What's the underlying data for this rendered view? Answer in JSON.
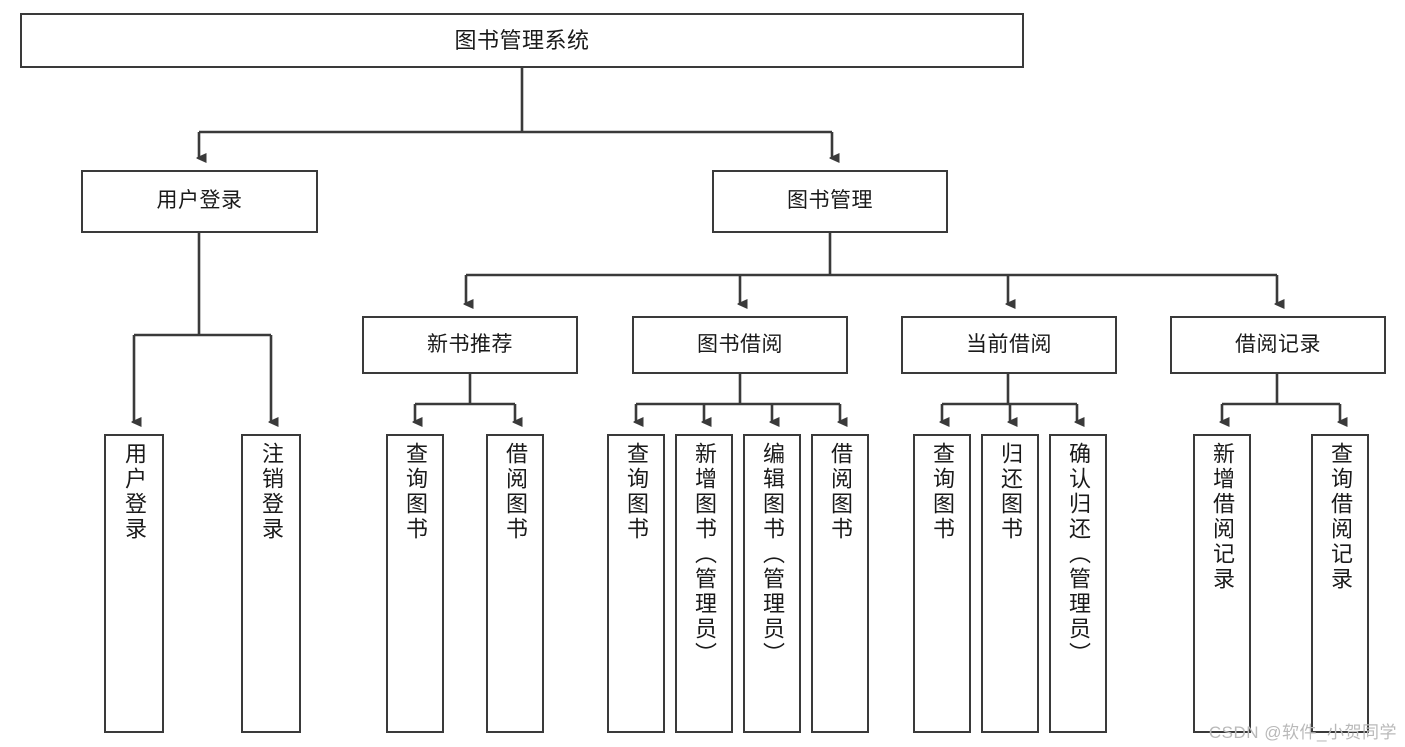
{
  "diagram": {
    "type": "tree-hierarchy-chart",
    "title": "图书管理系统",
    "stroke_color": "#3a3a3a",
    "text_color": "#1a1a1a",
    "background_color": "#ffffff",
    "levels": 4,
    "nodes": {
      "root": {
        "label": "图书管理系统",
        "level": 1
      },
      "user_login": {
        "label": "用户登录",
        "level": 2
      },
      "book_manage": {
        "label": "图书管理",
        "level": 2
      },
      "new_book_rec": {
        "label": "新书推荐",
        "level": 3
      },
      "book_borrow": {
        "label": "图书借阅",
        "level": 3
      },
      "current_borrow": {
        "label": "当前借阅",
        "level": 3
      },
      "borrow_record": {
        "label": "借阅记录",
        "level": 3
      },
      "leaf_user_login": {
        "label": "用户登录",
        "level": 3
      },
      "leaf_logout": {
        "label": "注销登录",
        "level": 3
      },
      "leaf_query_book_1": {
        "label": "查询图书",
        "level": 4
      },
      "leaf_borrow_book_1": {
        "label": "借阅图书",
        "level": 4
      },
      "leaf_query_book_2": {
        "label": "查询图书",
        "level": 4
      },
      "leaf_add_book_admin": {
        "label": "新增图书（管理员）",
        "level": 4
      },
      "leaf_edit_book_admin": {
        "label": "编辑图书（管理员）",
        "level": 4
      },
      "leaf_borrow_book_2": {
        "label": "借阅图书",
        "level": 4
      },
      "leaf_query_book_3": {
        "label": "查询图书",
        "level": 4
      },
      "leaf_return_book": {
        "label": "归还图书",
        "level": 4
      },
      "leaf_confirm_return_admin": {
        "label": "确认归还（管理员）",
        "level": 4
      },
      "leaf_add_borrow_record": {
        "label": "新增借阅记录",
        "level": 4
      },
      "leaf_query_borrow_record": {
        "label": "查询借阅记录",
        "level": 4
      }
    },
    "edges": [
      {
        "from": "root",
        "to": "user_login"
      },
      {
        "from": "root",
        "to": "book_manage"
      },
      {
        "from": "user_login",
        "to": "leaf_user_login"
      },
      {
        "from": "user_login",
        "to": "leaf_logout"
      },
      {
        "from": "book_manage",
        "to": "new_book_rec"
      },
      {
        "from": "book_manage",
        "to": "book_borrow"
      },
      {
        "from": "book_manage",
        "to": "current_borrow"
      },
      {
        "from": "book_manage",
        "to": "borrow_record"
      },
      {
        "from": "new_book_rec",
        "to": "leaf_query_book_1"
      },
      {
        "from": "new_book_rec",
        "to": "leaf_borrow_book_1"
      },
      {
        "from": "book_borrow",
        "to": "leaf_query_book_2"
      },
      {
        "from": "book_borrow",
        "to": "leaf_add_book_admin"
      },
      {
        "from": "book_borrow",
        "to": "leaf_edit_book_admin"
      },
      {
        "from": "book_borrow",
        "to": "leaf_borrow_book_2"
      },
      {
        "from": "current_borrow",
        "to": "leaf_query_book_3"
      },
      {
        "from": "current_borrow",
        "to": "leaf_return_book"
      },
      {
        "from": "current_borrow",
        "to": "leaf_confirm_return_admin"
      },
      {
        "from": "borrow_record",
        "to": "leaf_add_borrow_record"
      },
      {
        "from": "borrow_record",
        "to": "leaf_query_borrow_record"
      }
    ]
  },
  "watermark": {
    "text": "CSDN @软件_小贺同学"
  }
}
